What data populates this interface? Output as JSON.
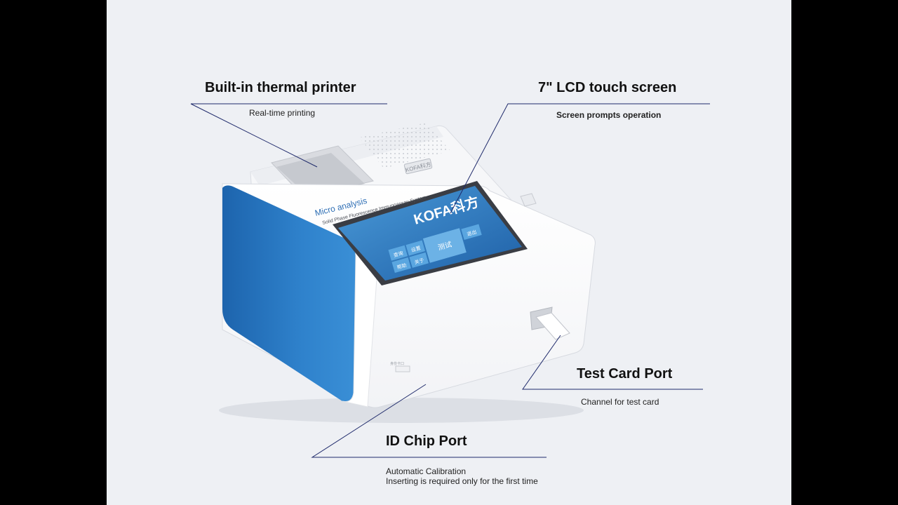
{
  "callouts": {
    "printer": {
      "title": "Built-in thermal printer",
      "subtitle": "Real-time printing"
    },
    "lcd": {
      "title": "7\" LCD touch screen",
      "subtitle": "Screen prompts operation"
    },
    "test_card": {
      "title": "Test Card Port",
      "subtitle": "Channel for test card"
    },
    "id_chip": {
      "title": "ID Chip Port",
      "subtitle_line1": "Automatic Calibration",
      "subtitle_line2": "Inserting is required only for the first time"
    }
  },
  "device": {
    "brand_line1": "Micro analysis",
    "brand_line2": "Solid Phase Fluorescence Immunoassay System",
    "speaker_badge": "KOFA科方",
    "screen": {
      "logo": "KOFA科方",
      "buttons": {
        "query": "查询",
        "settings": "设置",
        "test": "测试",
        "exit": "退出",
        "help": "帮助",
        "about": "关于"
      }
    },
    "chip_port_label": "身份卡口"
  },
  "colors": {
    "accent_blue": "#2f7fc4",
    "screen_blue": "#3b86c8",
    "line_navy": "#1f2a6b"
  }
}
